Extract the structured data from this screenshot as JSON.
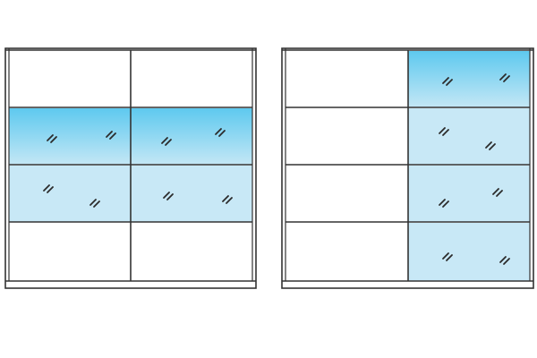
{
  "colors": {
    "frame": "#333333",
    "background": "#ffffff",
    "glass_deep_top": "#5ec9ef",
    "glass_deep_bottom": "#c4e7f5",
    "glass_light": "#c8e8f6",
    "glass_mark": "#2b2b2b"
  },
  "icons": {
    "glass_mark": "glass-reflection-mark-icon"
  },
  "wardrobes": [
    {
      "name": "left-wardrobe",
      "doors": 2,
      "rows": [
        {
          "fill": "none"
        },
        {
          "fill": "deep"
        },
        {
          "fill": "light"
        },
        {
          "fill": "none"
        }
      ]
    },
    {
      "name": "right-wardrobe",
      "doors": 2,
      "glass_door_index": 1,
      "rows": [
        {
          "fill": "deep"
        },
        {
          "fill": "light"
        },
        {
          "fill": "light"
        },
        {
          "fill": "light"
        }
      ]
    }
  ]
}
